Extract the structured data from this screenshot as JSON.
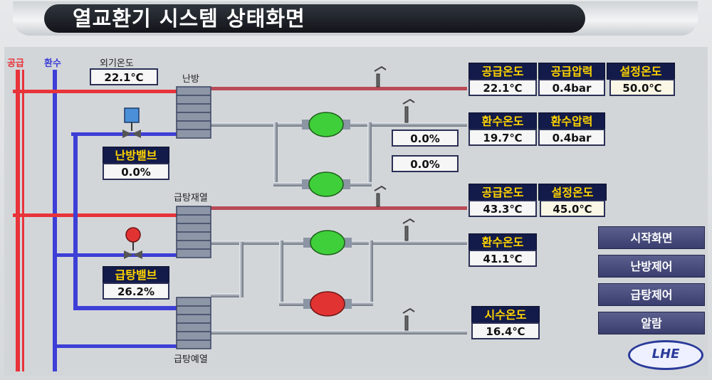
{
  "title": "열교환기 시스템 상태화면",
  "legend": {
    "supply": "공급",
    "return": "환수"
  },
  "outdoor": {
    "label": "외기온도",
    "value": "22.1℃"
  },
  "exchangers": {
    "heating": "난방",
    "hotwater_reheat": "급탕재열",
    "hotwater_preheat": "급탕예열"
  },
  "heating_valve": {
    "label": "난방밸브",
    "value": "0.0%"
  },
  "hotwater_valve": {
    "label": "급탕밸브",
    "value": "26.2%"
  },
  "pump_outputs": [
    "0.0%",
    "0.0%"
  ],
  "heating_supply": {
    "temp_label": "공급온도",
    "temp": "22.1℃",
    "pressure_label": "공급압력",
    "pressure": "0.4bar",
    "set_label": "설정온도",
    "set": "50.0℃"
  },
  "heating_return": {
    "temp_label": "환수온도",
    "temp": "19.7℃",
    "pressure_label": "환수압력",
    "pressure": "0.4bar"
  },
  "hotwater_supply": {
    "temp_label": "공급온도",
    "temp": "43.3℃",
    "set_label": "설정온도",
    "set": "45.0℃"
  },
  "hotwater_return": {
    "temp_label": "환수온도",
    "temp": "41.1℃"
  },
  "city_water": {
    "label": "시수온도",
    "temp": "16.4℃"
  },
  "nav": {
    "home": "시작화면",
    "heating": "난방제어",
    "hotwater": "급탕제어",
    "alarm": "알람"
  },
  "logo": "LHE",
  "colors": {
    "supply": "#e8333a",
    "return": "#3d3fd6",
    "pump_on": "#3fcf3a",
    "pump_off": "#e23333",
    "header_bg": "#131b4a",
    "header_text": "#ffd400"
  }
}
